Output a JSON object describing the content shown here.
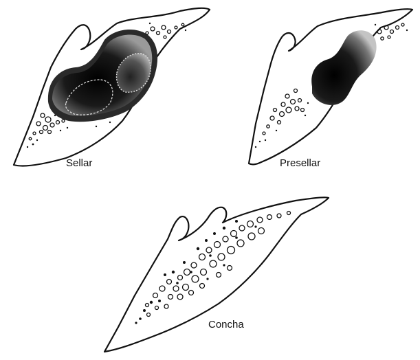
{
  "panels": [
    {
      "label": "Sellar"
    },
    {
      "label": "Presellar"
    },
    {
      "label": "Concha"
    }
  ],
  "colors": {
    "ink": "#111111",
    "bone_fill": "#ffffff",
    "sinus_dark": "#1a1a1a"
  }
}
